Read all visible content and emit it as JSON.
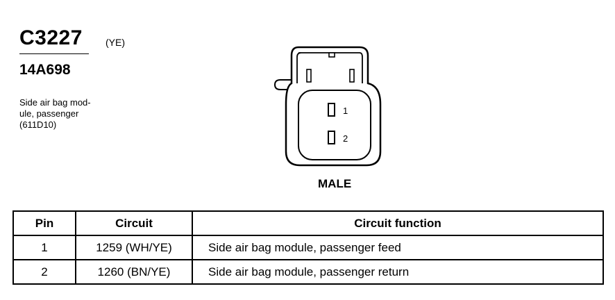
{
  "connector": {
    "id": "C3227",
    "color": "(YE)",
    "part_number": "14A698",
    "description": [
      "Side air bag mod-",
      "ule, passenger",
      "(611D10)"
    ],
    "gender": "MALE",
    "pin_labels": [
      "1",
      "2"
    ]
  },
  "table": {
    "headers": [
      "Pin",
      "Circuit",
      "Circuit function"
    ],
    "rows": [
      {
        "pin": "1",
        "circuit": "1259 (WH/YE)",
        "function": "Side air bag module, passenger  feed"
      },
      {
        "pin": "2",
        "circuit": "1260 (BN/YE)",
        "function": "Side air bag module, passenger  return"
      }
    ]
  }
}
